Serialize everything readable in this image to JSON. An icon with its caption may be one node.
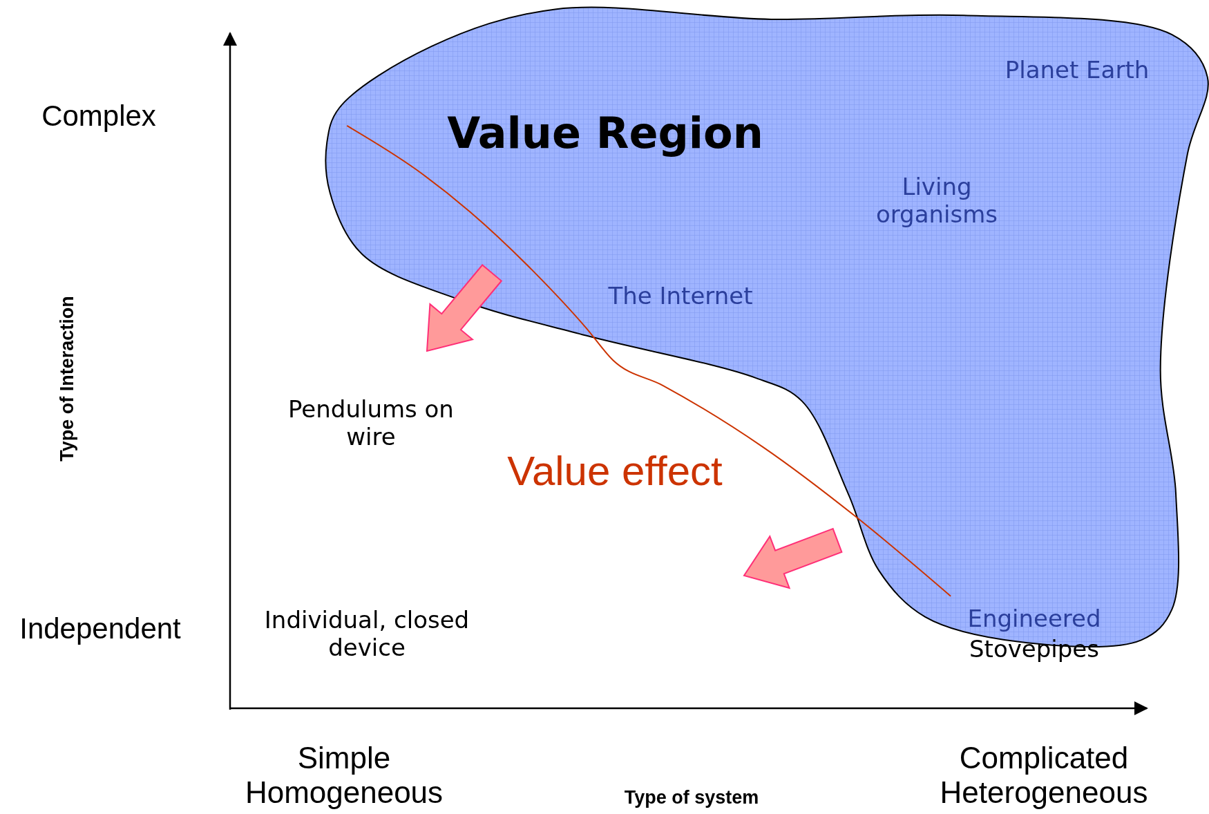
{
  "diagram": {
    "nodes": [
      {
        "text": [
          "Value Region"
        ]
      }
    ],
    "edges": [],
    "labels": [
      "Complex",
      "Independent",
      "Type of Interaction",
      "Planet Earth",
      "Living organisms",
      "The Internet",
      "Pendulums on wire",
      "Value effect",
      "Individual, closed device",
      "Engineered",
      "Stovepipes",
      "Simple Homogeneous",
      "Type of system",
      "Complicated Heterogeneous"
    ]
  }
}
